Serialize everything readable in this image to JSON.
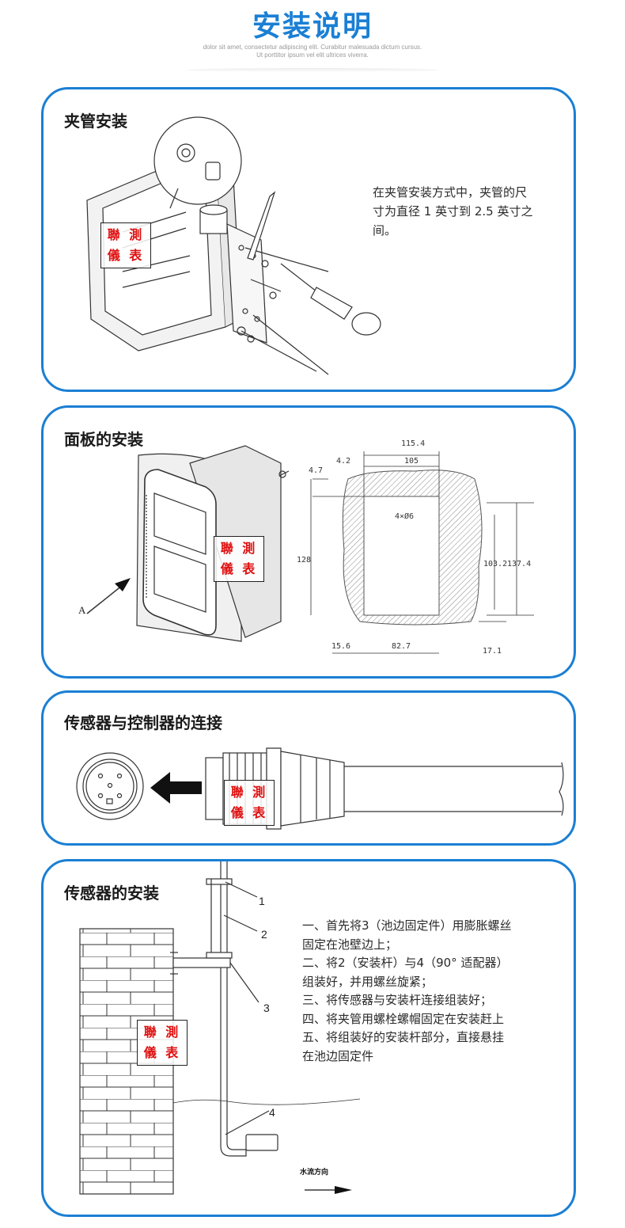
{
  "header": {
    "title": "安装说明",
    "subtitle_line1": "dolor sit amet, consectetur adipiscing elit. Curabitur malesuada dictum cursus.",
    "subtitle_line2": "Ut porttitor ipsum vel elit ultrices viverra."
  },
  "watermark": {
    "line1": "聯 測",
    "line2": "儀 表"
  },
  "sections": [
    {
      "title": "夹管安装",
      "description_lines": [
        "在夹管安装方式中，夹管的尺",
        "寸为直径 1 英寸到 2.5 英寸之",
        "间。"
      ]
    },
    {
      "title": "面板的安装",
      "view_label": "A",
      "dimensions": {
        "top_total": "115.4",
        "top_inner": "105",
        "top_offset": "4.2",
        "top_right_offset": "4.7",
        "holes": "4×Ø6",
        "left_height": "128",
        "right_inner": "103.2",
        "right_total": "137.4",
        "bottom_offset": "15.6",
        "bottom_inner": "82.7",
        "bottom_right": "17.1"
      }
    },
    {
      "title": "传感器与控制器的连接"
    },
    {
      "title": "传感器的安装",
      "callouts": [
        "1",
        "2",
        "3",
        "4"
      ],
      "flow_label": "水流方向",
      "steps": [
        "一、首先将3（池边固定件）用膨胀螺丝",
        "固定在池壁边上；",
        "二、将2（安装杆）与4（90° 适配器）",
        "组装好，并用螺丝旋紧；",
        "三、将传感器与安装杆连接组装好；",
        "四、将夹管用螺栓螺帽固定在安装赶上",
        "五、将组装好的安装杆部分，直接悬挂",
        "在池边固定件"
      ]
    }
  ],
  "colors": {
    "accent": "#1a7fd4",
    "watermark_text": "#e01010"
  }
}
